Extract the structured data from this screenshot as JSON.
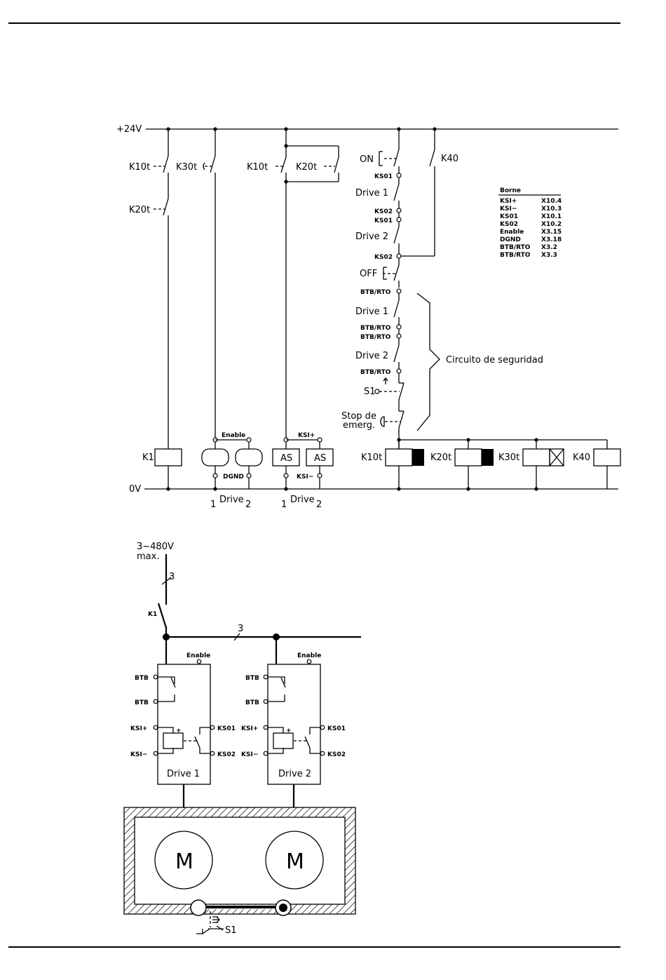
{
  "rails": {
    "supply": "+24V",
    "ground": "0V"
  },
  "contacts": {
    "k10t_a": "K10t",
    "k20t_a": "K20t",
    "k30t": "K30t",
    "k10t_b": "K10t",
    "k20t_b": "K20t",
    "k40": "K40"
  },
  "right_column": {
    "on": "ON",
    "off": "OFF",
    "drive1": "Drive 1",
    "drive2": "Drive 2",
    "ks01": "KS01",
    "ks02": "KS02",
    "btb_rto": "BTB/RTO",
    "s1": "S1",
    "stop_line1": "Stop de",
    "stop_line2": "emerg.",
    "safety_circuit": "Circuito de seguridad"
  },
  "coils": {
    "k1": "K1",
    "k10t": "K10t",
    "k20t": "K20t",
    "k30t": "K30t",
    "k40": "K40",
    "as": "AS",
    "enable": "Enable",
    "dgnd": "DGND",
    "ksi_plus": "KSI+",
    "ksi_minus": "KSI−",
    "drive_word": "Drive",
    "num1": "1",
    "num2": "2"
  },
  "terminal_table": {
    "header": "Borne",
    "rows": [
      {
        "signal": "KSI+",
        "terminal": "X10.4"
      },
      {
        "signal": "KSI−",
        "terminal": "X10.3"
      },
      {
        "signal": "KS01",
        "terminal": "X10.1"
      },
      {
        "signal": "KS02",
        "terminal": "X10.2"
      },
      {
        "signal": "Enable",
        "terminal": "X3.15"
      },
      {
        "signal": "DGND",
        "terminal": "X3.18"
      },
      {
        "signal": "BTB/RTO",
        "terminal": "X3.2"
      },
      {
        "signal": "BTB/RTO",
        "terminal": "X3.3"
      }
    ]
  },
  "power": {
    "voltage": "3~480V",
    "max": "max.",
    "phases": "3",
    "k1": "K1",
    "drive1": {
      "enable": "Enable",
      "btb": "BTB",
      "ksi_plus": "KSI+",
      "ksi_minus": "KSI−",
      "ks01": "KS01",
      "ks02": "KS02",
      "name": "Drive  1",
      "plus": "+"
    },
    "drive2": {
      "enable": "Enable",
      "btb": "BTB",
      "ksi_plus": "KSI+",
      "ksi_minus": "KSI−",
      "ks01": "KS01",
      "ks02": "KS02",
      "name": "Drive  2",
      "plus": "+"
    },
    "motor": "M",
    "s1": "S1"
  }
}
